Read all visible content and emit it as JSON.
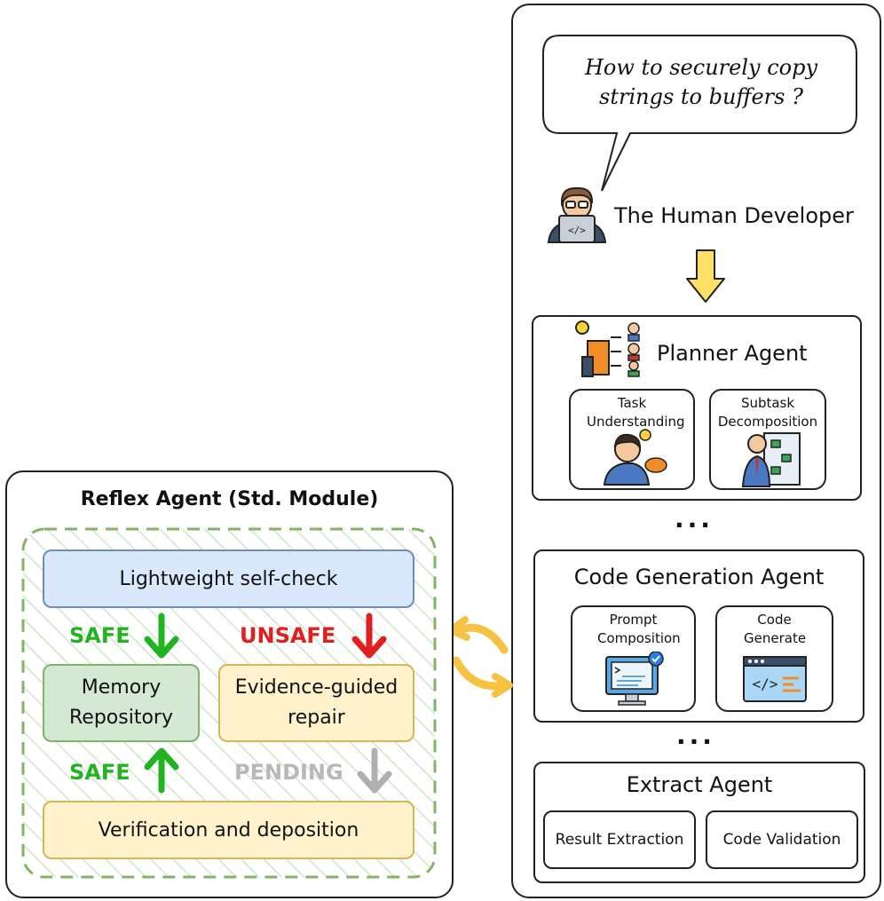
{
  "developer": {
    "question": "How to securely copy strings to buffers ?",
    "label": "The Human Developer"
  },
  "planner": {
    "title": "Planner Agent",
    "cards": [
      {
        "label": "Task Understanding",
        "icon": "thinking-person-icon"
      },
      {
        "label": "Subtask Decomposition",
        "icon": "presenter-flowchart-icon"
      }
    ]
  },
  "ellipsis": "...",
  "codegen": {
    "title": "Code Generation Agent",
    "cards": [
      {
        "label": "Prompt Composition",
        "icon": "monitor-prompt-icon"
      },
      {
        "label": "Code Generate",
        "icon": "code-window-icon"
      }
    ]
  },
  "extract": {
    "title": "Extract Agent",
    "items": [
      "Result Extraction",
      "Code Validation"
    ]
  },
  "reflex": {
    "title": "Reflex Agent (Std. Module)",
    "self_check": "Lightweight self-check",
    "memory": "Memory Repository",
    "repair": "Evidence-guided repair",
    "verify": "Verification and deposition",
    "labels": {
      "safe_top": "SAFE",
      "unsafe": "UNSAFE",
      "safe_bottom": "SAFE",
      "pending": "PENDING"
    }
  },
  "colors": {
    "safe": "#22b322",
    "unsafe": "#e02020",
    "pending": "#b0b0b0",
    "blue_fill": "#dae8fc",
    "blue_border": "#6c8ebf",
    "green_fill": "#d5e8d4",
    "green_border": "#82b366",
    "yellow_fill": "#fff2cc",
    "yellow_border": "#d6b656",
    "cycle_arrows": "#f5c242",
    "down_arrow": "#ffe066"
  }
}
